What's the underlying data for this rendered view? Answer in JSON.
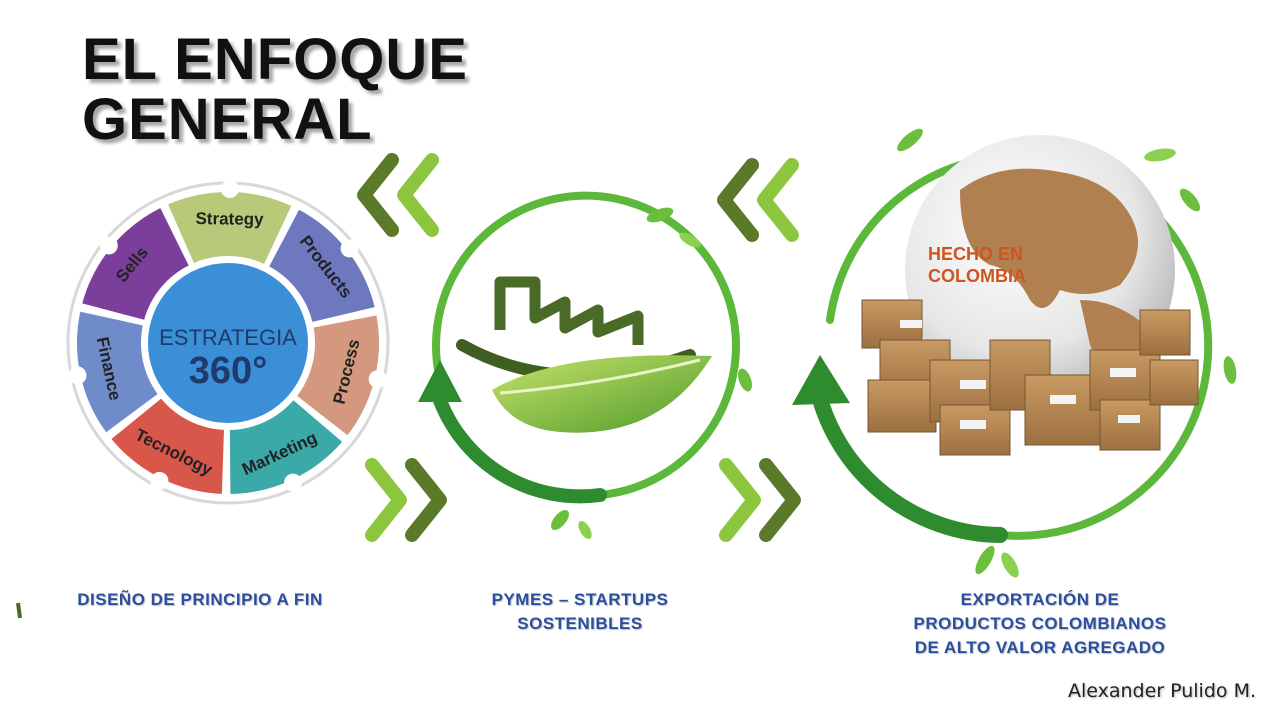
{
  "title": {
    "line1": "EL ENFOQUE",
    "line2": "GENERAL"
  },
  "wheel": {
    "center_line1": "ESTRATEGIA",
    "center_line2": "360°",
    "segments": [
      {
        "label": "Strategy",
        "color": "#b8c97a"
      },
      {
        "label": "Products",
        "color": "#6d78bf"
      },
      {
        "label": "Process",
        "color": "#d4987e"
      },
      {
        "label": "Marketing",
        "color": "#3aa9a8"
      },
      {
        "label": "Tecnology",
        "color": "#d9574a"
      },
      {
        "label": "Finance",
        "color": "#6f8bc9"
      },
      {
        "label": "Sells",
        "color": "#7b3f9b"
      }
    ],
    "center_color": "#3a8fd6"
  },
  "globe": {
    "label_line1": "HECHO EN",
    "label_line2": "COLOMBIA"
  },
  "captions": {
    "design": [
      "DISEÑO DE PRINCIPIO A FIN"
    ],
    "pymes": [
      "PYMES – STARTUPS",
      "SOSTENIBLES"
    ],
    "export": [
      "EXPORTACIÓN DE",
      "PRODUCTOS COLOMBIANOS",
      "DE ALTO VALOR AGREGADO"
    ]
  },
  "author": "Alexander Pulido M.",
  "colors": {
    "green_dark": "#5a7a2a",
    "green_light": "#8cc63f",
    "caption_blue": "#2b4fa0"
  }
}
